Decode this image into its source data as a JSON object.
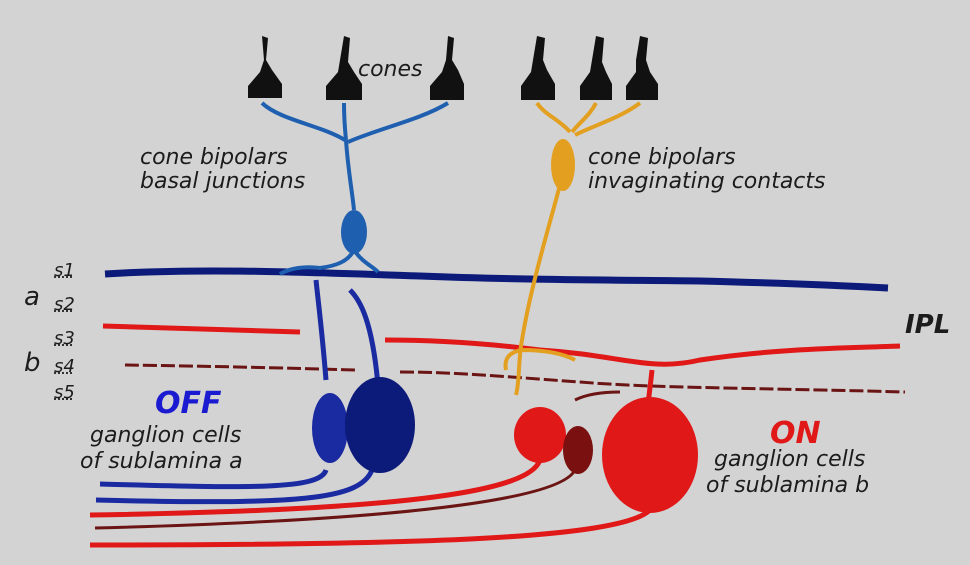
{
  "labels": {
    "cones": "cones",
    "off_bipolar_1": "cone bipolars",
    "off_bipolar_2": "basal junctions",
    "on_bipolar_1": "cone bipolars",
    "on_bipolar_2": "invaginating contacts",
    "ipl": "IPL",
    "sublamina_a": "a",
    "sublamina_b": "b",
    "s1": "s1",
    "s2": "s2",
    "s3": "s3",
    "s4": "s4",
    "s5": "s5",
    "off_title": "OFF",
    "off_desc_1": "ganglion cells",
    "off_desc_2": "of sublamina a",
    "on_title": "ON",
    "on_desc_1": "ganglion cells",
    "on_desc_2": "of sublamina b"
  },
  "colors": {
    "background": "#d3d3d3",
    "off_blue": "#1a2aa0",
    "off_blue_dark": "#0c1a7a",
    "bipolar_blue": "#1f5fb0",
    "on_red": "#e01818",
    "on_red_dark": "#7a1010",
    "bipolar_orange": "#e3a020",
    "cone_black": "#111111",
    "off_text": "#1a1ad0",
    "on_text": "#e01818"
  }
}
